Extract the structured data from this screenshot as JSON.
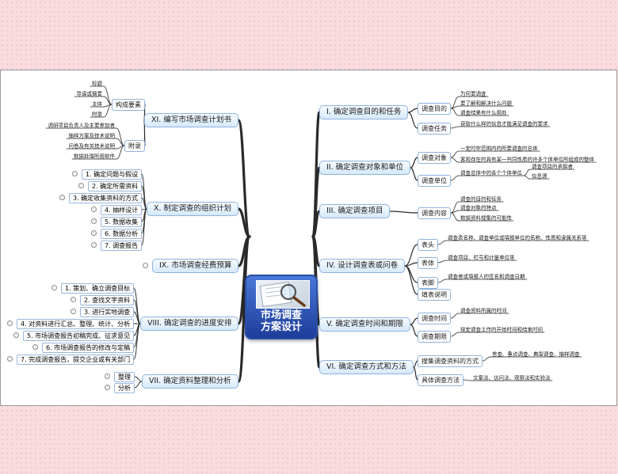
{
  "center": {
    "title_line1": "市场调查",
    "title_line2": "方案设计",
    "image_icon": "magnifier-over-document"
  },
  "right": [
    {
      "label": "I. 确定调查目的和任务",
      "subs": [
        {
          "label": "调查目的",
          "leaves": [
            "为何要调查",
            "要了解和解决什么问题",
            "调查结果有什么用处"
          ]
        },
        {
          "label": "调查任务",
          "leaves": [
            "获取什么样的信息才能满足调查的要求"
          ]
        }
      ]
    },
    {
      "label": "II. 确定调查对象和单位",
      "subs": [
        {
          "label": "调查对象",
          "leaves": [
            "一定时空范围内的所要调查的总体",
            "客观存在的具有某一共同性质的许多个体单位所组成的整体"
          ]
        },
        {
          "label": "调查单位",
          "leaves": [
            "调查总体中的各个个体单位"
          ],
          "extra": [
            "调查项目的承担者",
            "信息源"
          ]
        }
      ]
    },
    {
      "label": "III. 确定调查项目",
      "subs": [
        {
          "label": "调查内容",
          "leaves": [
            "调查的目的和任务",
            "调查对象的特点",
            "数据资料搜集的可能性"
          ]
        }
      ]
    },
    {
      "label": "IV. 设计调查表或问卷",
      "subs": [
        {
          "label": "表头",
          "leaves": [
            "调查表名称、调查单位或填报单位的名称、性质和隶属关系等"
          ]
        },
        {
          "label": "表体",
          "leaves": [
            "调查项目、栏号和计量单位等"
          ]
        },
        {
          "label": "表脚",
          "leaves": [
            "调查者或填报人的签名和调查日期"
          ]
        },
        {
          "label": "填表说明",
          "leaves": []
        }
      ]
    },
    {
      "label": "V. 确定调查时间和期限",
      "subs": [
        {
          "label": "调查时间",
          "leaves": [
            "调查资料所属的时间"
          ]
        },
        {
          "label": "调查期限",
          "leaves": [
            "规定调查工作的开始时间和结束时间"
          ]
        }
      ]
    },
    {
      "label": "VI. 确定调查方式和方法",
      "subs": [
        {
          "label": "搜集调查资料的方式",
          "leaves": [
            "普查、重点调查、典型调查、抽样调查"
          ]
        },
        {
          "label": "具体调查方法",
          "leaves": [
            "文案法、访问法、观察法和实验法"
          ]
        }
      ]
    }
  ],
  "left": [
    {
      "label": "XI. 编写市场调查计划书",
      "groups": [
        {
          "label": "构成要素",
          "leaves": [
            "标题",
            "导语或摘要",
            "主体",
            "附录"
          ]
        },
        {
          "label": "附录",
          "leaves": [
            "调研项目负责人及主要参加者",
            "抽样方案及技术说明",
            "问卷及有关技术说明",
            "数据处理所用软件"
          ]
        }
      ]
    },
    {
      "label": "X. 制定调查的组织计划",
      "items": [
        "1. 确定问题与假设",
        "2. 确定所需资料",
        "3. 确定收集资料的方式",
        "4. 抽样设计",
        "5. 数据收集",
        "6. 数据分析",
        "7. 调查报告"
      ]
    },
    {
      "label": "IX. 市场调查经费预算",
      "items": []
    },
    {
      "label": "VIII. 确定调查的进度安排",
      "items": [
        "1. 策划、确立调查目标",
        "2. 查找文字资料",
        "3. 进行实地调查",
        "4. 对资料进行汇总、整理、统计、分析",
        "5. 市场调查报告初稿完成、征求意见",
        "6. 市场调查报告的修改与定稿",
        "7. 完成调查报告，提交企业或有关部门"
      ]
    },
    {
      "label": "VII. 确定资料整理和分析",
      "items": [
        "整理",
        "分析"
      ]
    }
  ],
  "colors": {
    "branch": "#2a2a2a",
    "node_border": "#8fb3dc",
    "center_fill": "#2f5bc0",
    "background": "#f8dcdf"
  }
}
